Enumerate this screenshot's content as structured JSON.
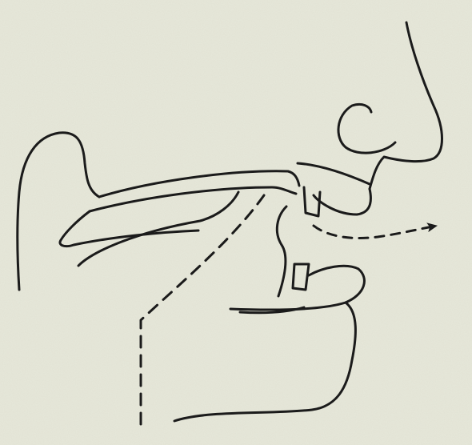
{
  "figure": {
    "paper_color": "#e7e8da",
    "ink_color": "#1b1b1b",
    "arrow": {
      "style": "dashed",
      "direction": "right",
      "icon": "arrow-right-icon"
    },
    "guide_line": {
      "style": "dashed"
    }
  }
}
